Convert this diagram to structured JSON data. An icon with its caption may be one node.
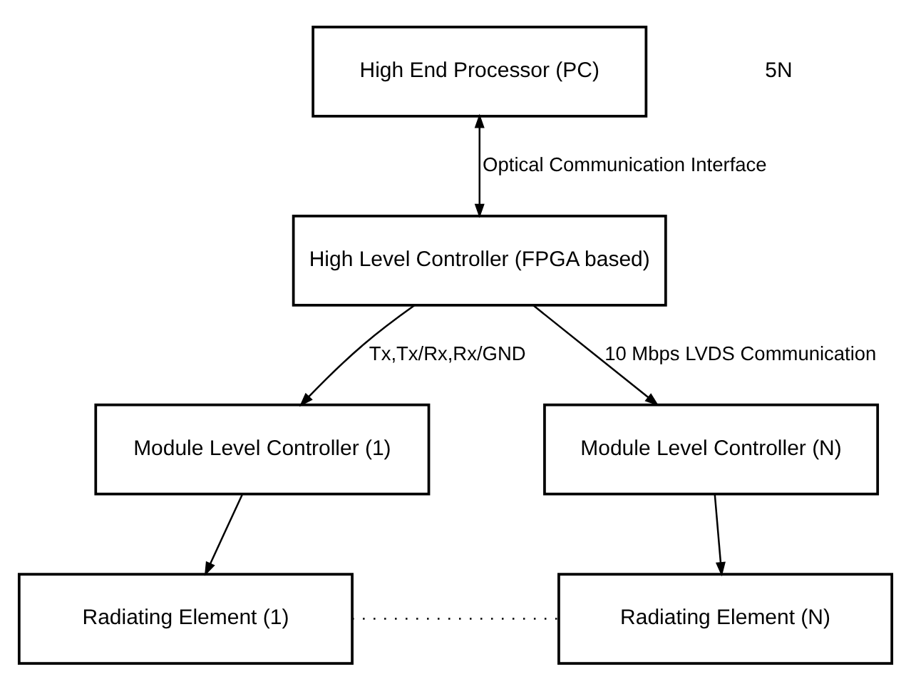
{
  "diagram": {
    "nodes": [
      {
        "text": [
          "High End Processor (PC)"
        ]
      },
      {
        "text": [
          "High Level Controller (FPGA based)"
        ]
      },
      {
        "text": [
          "Module Level Controller (1)"
        ]
      },
      {
        "text": [
          "Module Level Controller (N)"
        ]
      },
      {
        "text": [
          "Radiating Element (1)"
        ]
      },
      {
        "text": [
          "Radiating Element (N)"
        ]
      }
    ],
    "edges": [
      {
        "from": 0,
        "to": 1,
        "arrow": "both",
        "label": "Optical Communication Interface"
      },
      {
        "from": 1,
        "to": 2,
        "arrow": "to",
        "label": "Tx,Tx/Rx,Rx/GND"
      },
      {
        "from": 1,
        "to": 3,
        "arrow": "to",
        "label": "10 Mbps LVDS Communication"
      },
      {
        "from": 2,
        "to": 4,
        "arrow": "to"
      },
      {
        "from": 3,
        "to": 5,
        "arrow": "to"
      },
      {
        "from": 4,
        "to": 5,
        "arrow": "none",
        "style": "dashed"
      }
    ],
    "labels": [
      "5N"
    ]
  }
}
